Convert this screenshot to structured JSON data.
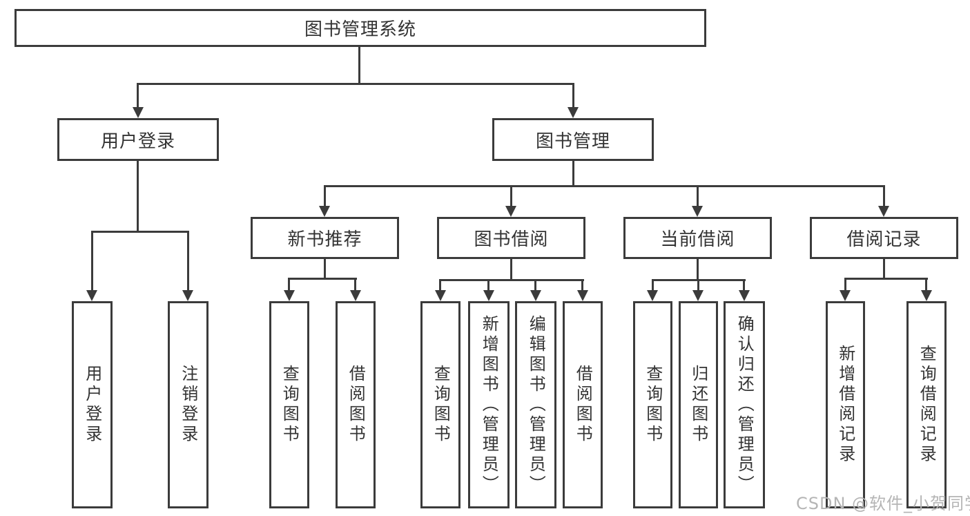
{
  "diagram": {
    "root": {
      "label": "图书管理系统"
    },
    "level2": [
      {
        "label": "用户登录"
      },
      {
        "label": "图书管理"
      }
    ],
    "level3": [
      {
        "label": "新书推荐",
        "parent": "图书管理"
      },
      {
        "label": "图书借阅",
        "parent": "图书管理"
      },
      {
        "label": "当前借阅",
        "parent": "图书管理"
      },
      {
        "label": "借阅记录",
        "parent": "图书管理"
      }
    ],
    "leaves": [
      {
        "label": "用户登录",
        "parent": "用户登录"
      },
      {
        "label": "注销登录",
        "parent": "用户登录"
      },
      {
        "label": "查询图书",
        "parent": "新书推荐"
      },
      {
        "label": "借阅图书",
        "parent": "新书推荐"
      },
      {
        "label": "查询图书",
        "parent": "图书借阅"
      },
      {
        "label": "新增图书（管理员）",
        "parent": "图书借阅"
      },
      {
        "label": "编辑图书（管理员）",
        "parent": "图书借阅"
      },
      {
        "label": "借阅图书",
        "parent": "图书借阅"
      },
      {
        "label": "查询图书",
        "parent": "当前借阅"
      },
      {
        "label": "归还图书",
        "parent": "当前借阅"
      },
      {
        "label": "确认归还（管理员）",
        "parent": "当前借阅"
      },
      {
        "label": "新增借阅记录",
        "parent": "借阅记录"
      },
      {
        "label": "查询借阅记录",
        "parent": "借阅记录"
      }
    ],
    "watermark": "CSDN @软件_小贺同学",
    "colors": {
      "line": "#3b3b3b",
      "text": "#333333",
      "background": "#ffffff",
      "watermark": "#b5b5b5"
    }
  }
}
